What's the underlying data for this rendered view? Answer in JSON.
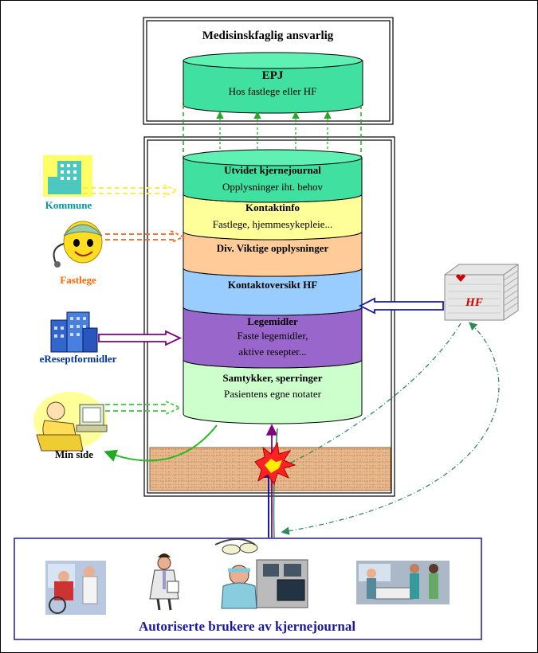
{
  "top_box": {
    "title": "Medisinskfaglig ansvarlig"
  },
  "epj": {
    "title": "EPJ",
    "subtitle": "Hos fastlege eller HF"
  },
  "layers": [
    {
      "title": "Utvidet kjernejournal",
      "line1": "Opplysninger iht. behov",
      "color": "#3fe0a0"
    },
    {
      "title": "Kontaktinfo",
      "line1": "Fastlege, hjemmesykepleie...",
      "color": "#ffff99"
    },
    {
      "title": "Div. Viktige opplysninger",
      "color": "#ffcc99"
    },
    {
      "title": "Kontaktoversikt HF",
      "color": "#99ccff"
    },
    {
      "title": "Legemidler",
      "line1": "Faste legemidler,",
      "line2": "aktive resepter...",
      "color": "#9966cc"
    },
    {
      "title": "Samtykker, sperringer",
      "line1": "Pasientens egne notater",
      "color": "#ccffcc"
    }
  ],
  "actors": {
    "kommune": {
      "label": "Kommune",
      "color": "#009999",
      "icon": "building-icon"
    },
    "fastlege": {
      "label": "Fastlege",
      "color": "#ff6600",
      "icon": "doctor-icon"
    },
    "ereseptformidler": {
      "label": "eReseptformidler",
      "color": "#003399",
      "icon": "office-buildings-icon"
    },
    "min_side": {
      "label": "Min side",
      "color": "#000000",
      "icon": "person-at-computer-icon"
    },
    "hf": {
      "label": "HF",
      "color": "#cc0000",
      "icon": "hospital-building-icon"
    }
  },
  "users_box": {
    "title": "Autoriserte brukere av kjernejournal"
  }
}
